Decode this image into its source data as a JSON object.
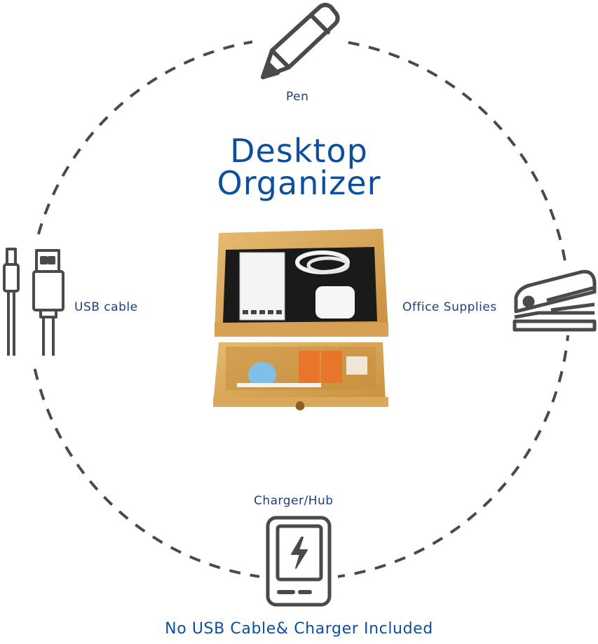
{
  "title": {
    "line1": "Desktop",
    "line2": "Organizer"
  },
  "labels": {
    "pen": "Pen",
    "usb": "USB cable",
    "office": "Office Supplies",
    "charger": "Charger/Hub"
  },
  "footer": "No USB Cable& Charger Included",
  "icons": {
    "pen": "pencil-icon",
    "usb": "usb-cable-icon",
    "office": "stapler-icon",
    "charger": "power-bank-icon"
  },
  "colors": {
    "title": "#0d4f9e",
    "label": "#1f3f7a",
    "icon_stroke": "#4a4a4a",
    "bamboo": "#d9a85a"
  }
}
